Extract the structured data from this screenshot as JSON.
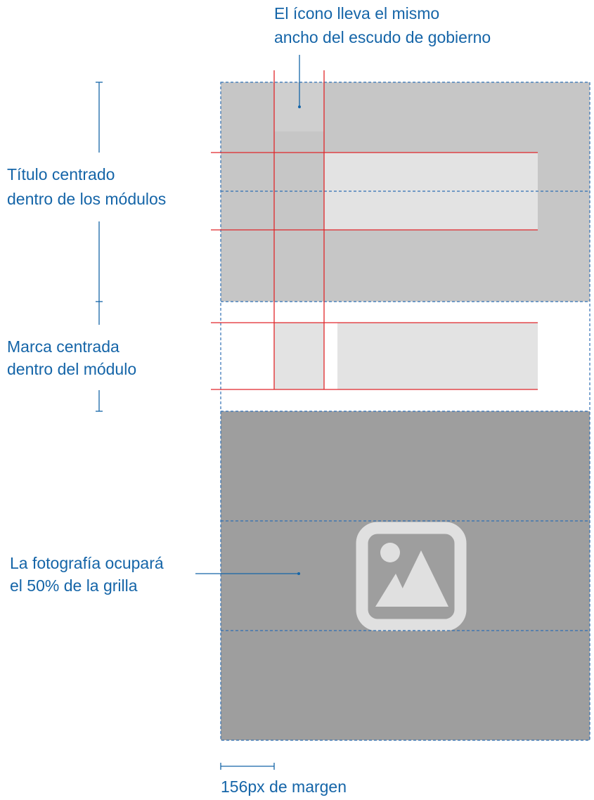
{
  "annotations": {
    "icon_note": [
      "El ícono lleva el mismo",
      "ancho del escudo de gobierno"
    ],
    "title_note": [
      "Título centrado",
      "dentro de los módulos"
    ],
    "brand_note": [
      "Marca centrada",
      "dentro del módulo"
    ],
    "photo_note": [
      "La fotografía ocupará",
      "el 50% de la grilla"
    ],
    "margin_note": "156px de margen"
  },
  "colors": {
    "annotation": "#1565a8",
    "guide_red": "#e0262a",
    "guide_blue_dashed": "#2f6fb3",
    "header_bg": "#c6c6c6",
    "placeholder_light": "#e3e3e3",
    "photo_bg": "#9e9e9e",
    "image_icon": "#e0e0e0"
  },
  "icons": {
    "photo": "image-placeholder-icon"
  }
}
